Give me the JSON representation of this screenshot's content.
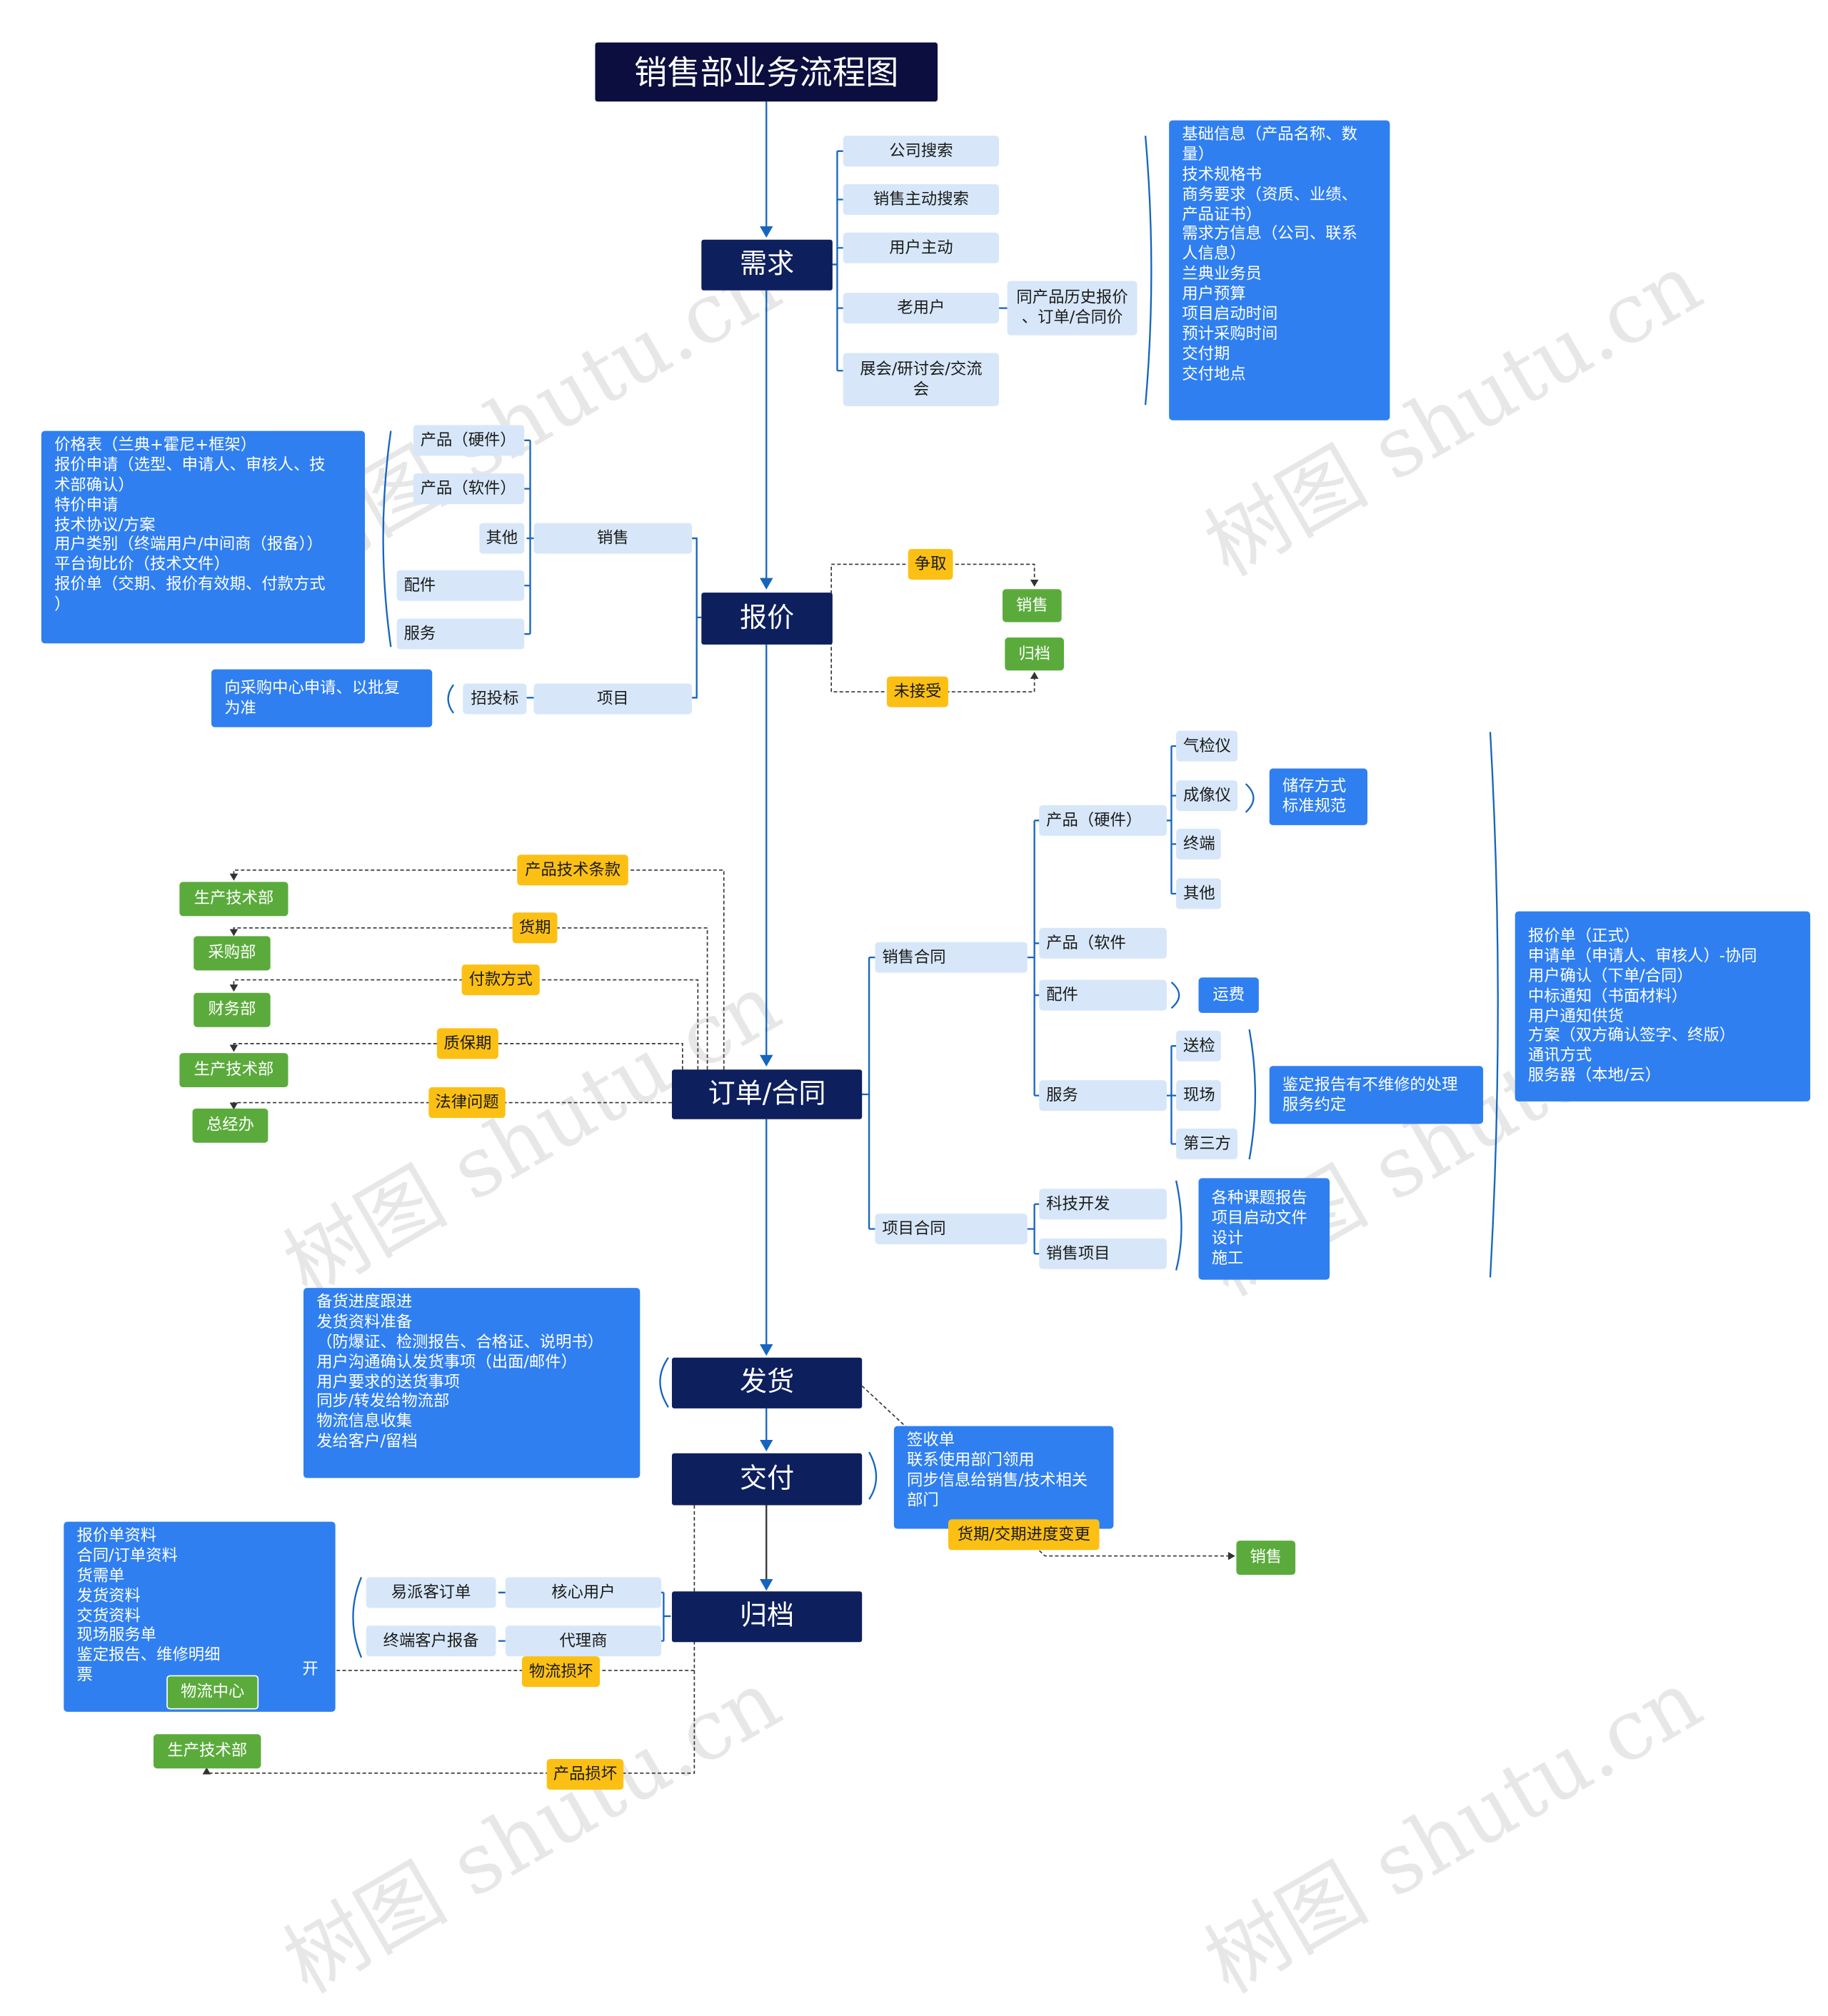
{
  "title": "销售部业务流程图",
  "main": {
    "demand": "需求",
    "quote": "报价",
    "order": "订单/合同",
    "ship": "发货",
    "deliver": "交付",
    "archive": "归档"
  },
  "demand": {
    "sources": [
      "公司搜索",
      "销售主动搜索",
      "用户主动",
      "老用户",
      "展会/研讨会/交流\n会"
    ],
    "old_user_detail": "同产品历史报价\n、订单/合同价",
    "info": [
      "基础信息（产品名称、数",
      "量）",
      "技术规格书",
      "商务要求（资质、业绩、",
      "产品证书）",
      "需求方信息（公司、联系",
      "人信息）",
      "兰典业务员",
      "用户预算",
      "项目启动时间",
      "预计采购时间",
      "交付期",
      "交付地点"
    ]
  },
  "quote": {
    "sales_label": "销售",
    "project_label": "项目",
    "items": [
      "产品（硬件）",
      "产品（软件）",
      "其他",
      "配件",
      "服务"
    ],
    "sales_detail": [
      "价格表（兰典+霍尼+框架）",
      "报价申请（选型、申请人、审核人、技",
      "术部确认）",
      "特价申请",
      "技术协议/方案",
      "用户类别（终端用户/中间商（报备））",
      "平台询比价（技术文件）",
      "报价单（交期、报价有效期、付款方式",
      "）"
    ],
    "bid": "招投标",
    "bid_detail": [
      "向采购中心申请、以批复",
      "为准"
    ],
    "win": "争取",
    "reject": "未接受",
    "to_sales": "销售",
    "to_archive": "归档"
  },
  "order": {
    "sales_contract": "销售合同",
    "project_contract": "项目合同",
    "hardware": "产品（硬件）",
    "software": "产品（软件",
    "parts": "配件",
    "service": "服务",
    "hw_items": [
      "气检仪",
      "成像仪",
      "终端",
      "其他"
    ],
    "imager_detail": [
      "储存方式",
      "标准规范"
    ],
    "freight": "运费",
    "service_items": [
      "送检",
      "现场",
      "第三方"
    ],
    "service_detail": [
      "鉴定报告有不维修的处理",
      "服务约定"
    ],
    "tech_dev": "科技开发",
    "sales_project": "销售项目",
    "project_detail": [
      "各种课题报告",
      "项目启动文件",
      "设计",
      "施工"
    ],
    "contract_docs": [
      "报价单（正式）",
      "申请单（申请人、审核人）-协同",
      "用户确认（下单/合同）",
      "中标通知（书面材料）",
      "用户通知供货",
      "方案（双方确认签字、终版）",
      "通讯方式",
      "服务器（本地/云）"
    ],
    "left_links": [
      {
        "label": "产品技术条款",
        "dept": "生产技术部"
      },
      {
        "label": "货期",
        "dept": "采购部"
      },
      {
        "label": "付款方式",
        "dept": "财务部"
      },
      {
        "label": "质保期",
        "dept": "生产技术部"
      },
      {
        "label": "法律问题",
        "dept": "总经办"
      }
    ]
  },
  "ship": {
    "detail": [
      "备货进度跟进",
      "发货资料准备",
      "（防爆证、检测报告、合格证、说明书）",
      "用户沟通确认发货事项（出面/邮件）",
      "用户要求的送货事项",
      "同步/转发给物流部",
      "物流信息收集",
      "发给客户/留档"
    ]
  },
  "deliver": {
    "detail": [
      "签收单",
      "联系使用部门领用",
      "同步信息给销售/技术相关",
      "部门"
    ],
    "change": "货期/交期进度变更",
    "to_sales": "销售"
  },
  "archive": {
    "docs": [
      "报价单资料",
      "合同/订单资料",
      "货需单",
      "发货资料",
      "交货资料",
      "现场服务单",
      "鉴定报告、维修明细",
      "票"
    ],
    "docs_extra": "开",
    "row1": [
      "易派客订单",
      "核心用户"
    ],
    "row2": [
      "终端客户报备",
      "代理商"
    ],
    "logistics_damage": "物流损坏",
    "logistics_center": "物流中心",
    "product_damage": "产品损坏",
    "tech_dept": "生产技术部"
  },
  "watermark": "树图 shutu.cn",
  "colors": {
    "title_bg": "#0b0e3f",
    "main_bg": "#0d1f5c",
    "line": "#1565c0",
    "info": "#2f7ff0",
    "light": "#d7e7f9",
    "yellow": "#fcc015",
    "green": "#5bab3c"
  }
}
